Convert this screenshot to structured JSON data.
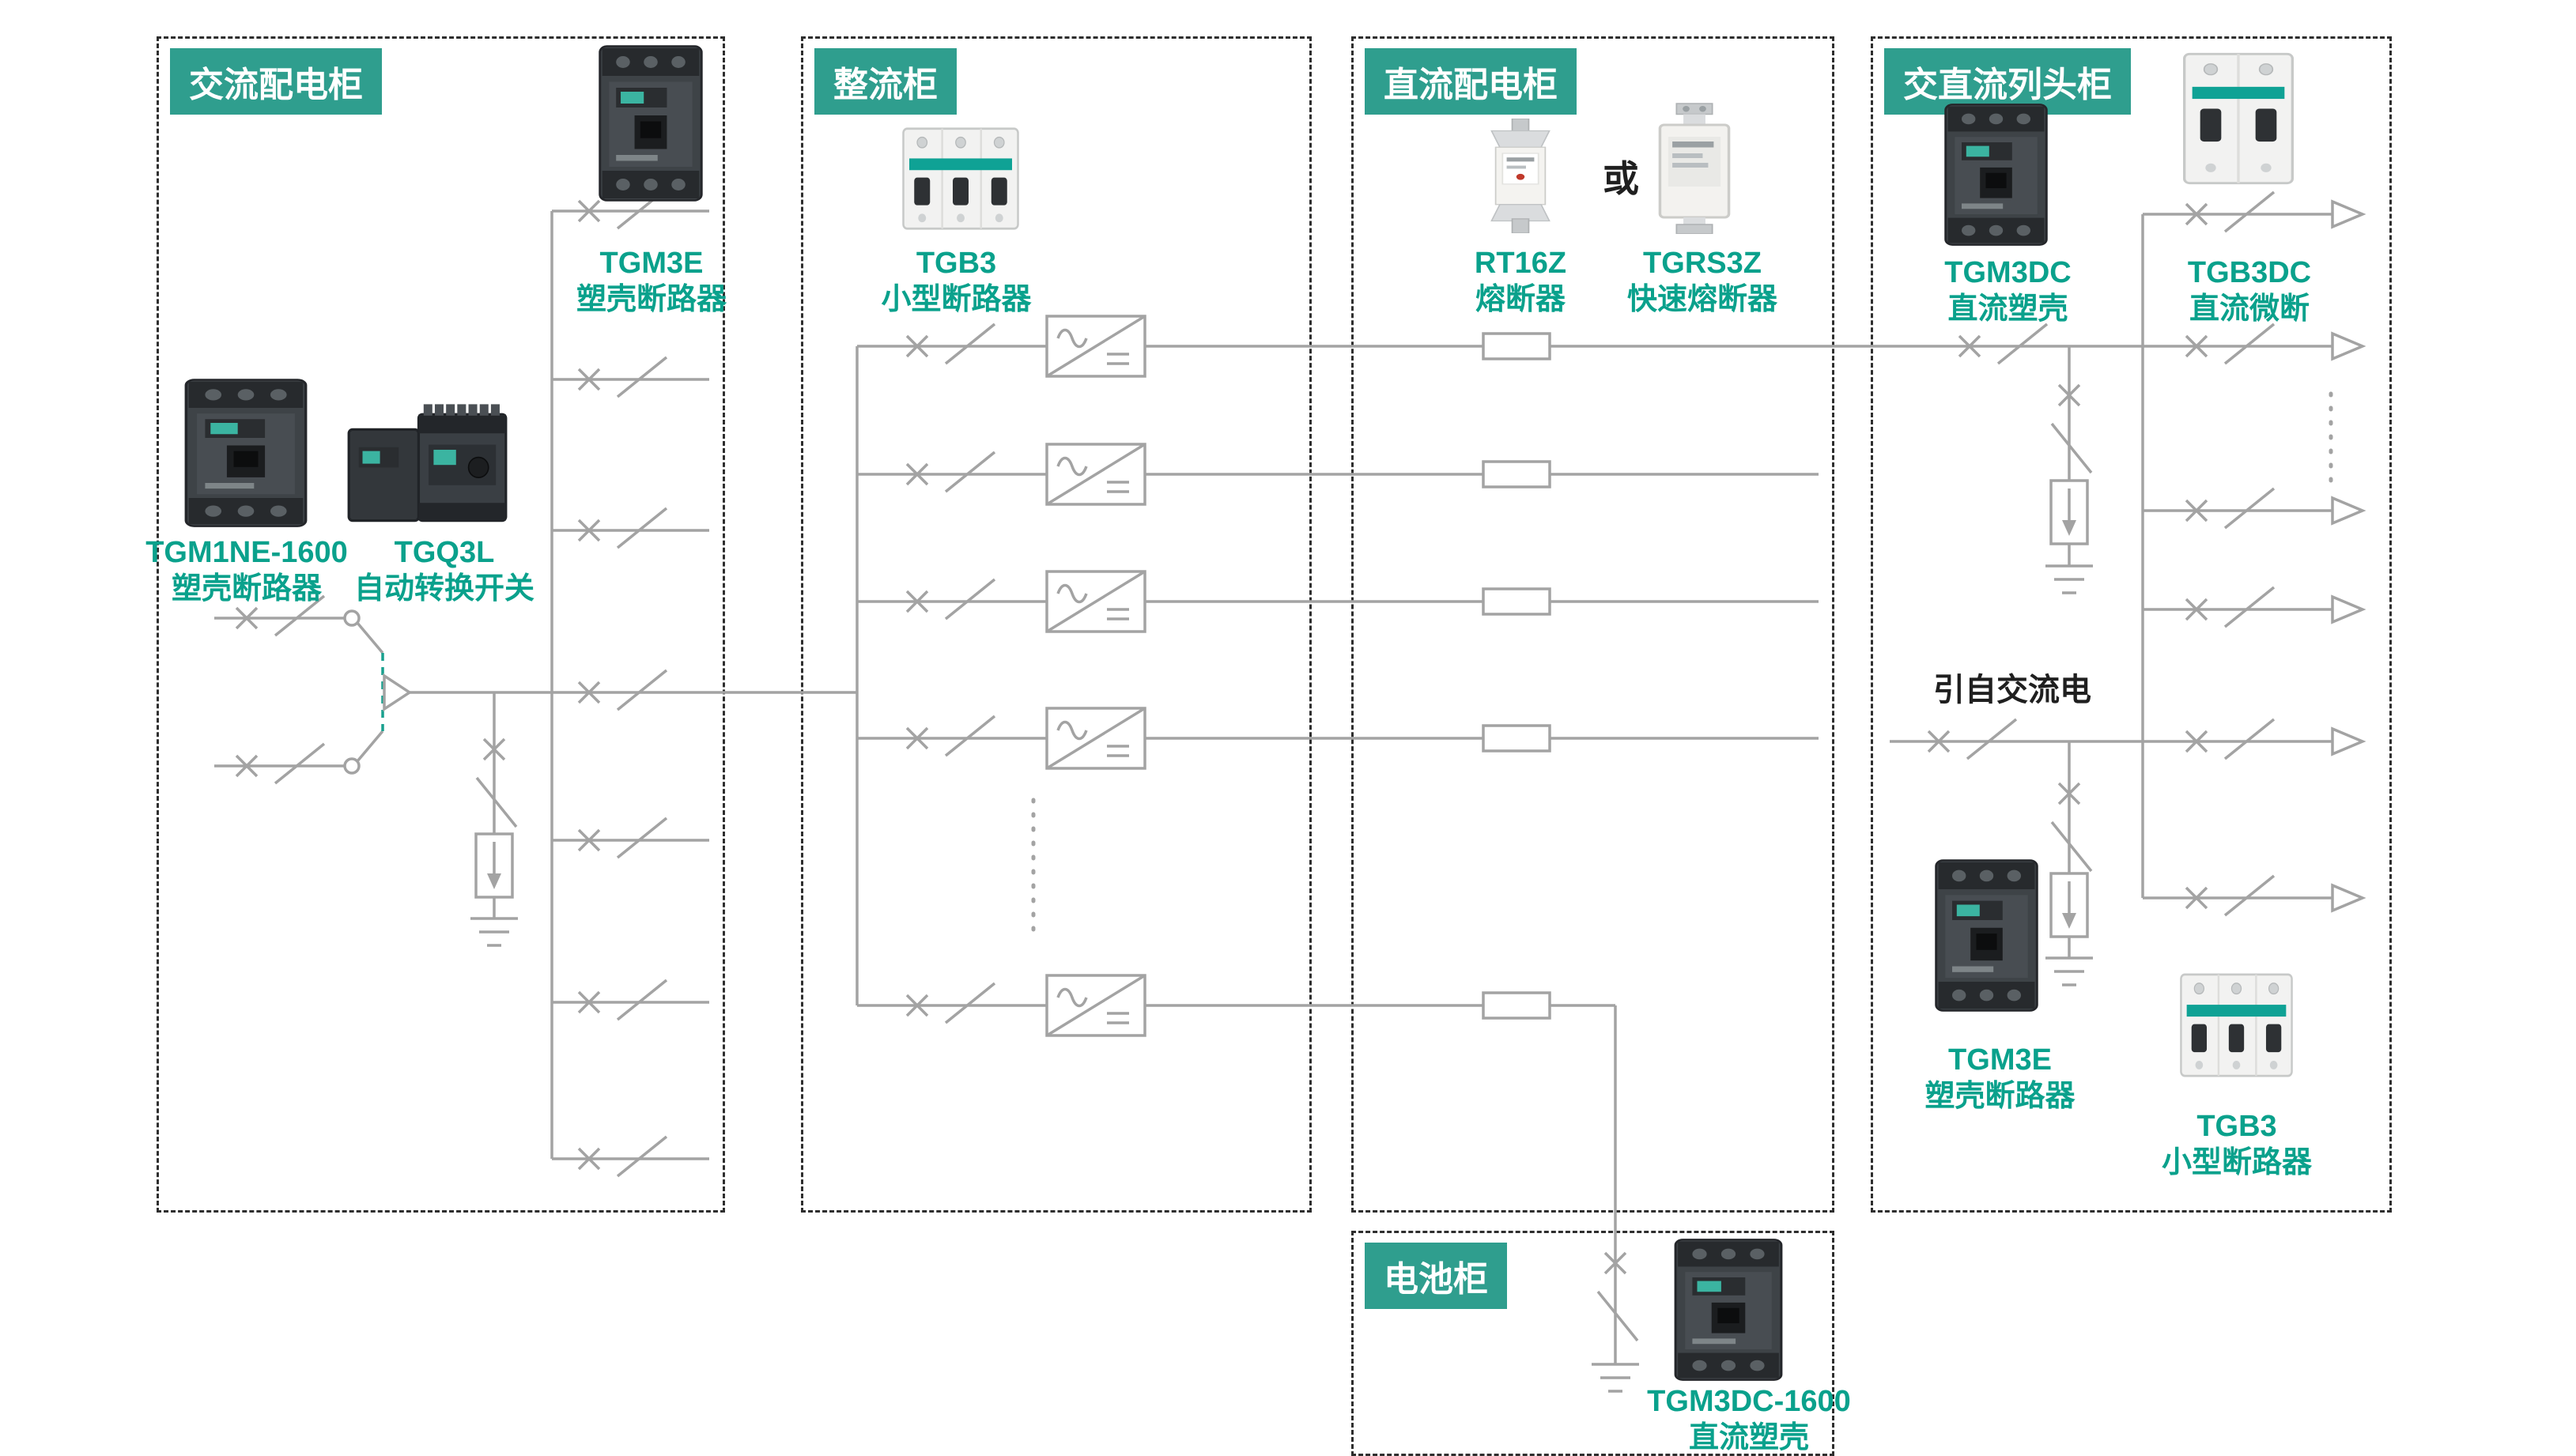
{
  "colors": {
    "accent_teal": "#2f9e8e",
    "label_teal": "#0aa18c",
    "wire_gray": "#a3a3a3"
  },
  "cabinets": {
    "ac": {
      "title": "交流配电柜"
    },
    "rectifier": {
      "title": "整流柜"
    },
    "dc": {
      "title": "直流配电柜"
    },
    "rowhead": {
      "title": "交直流列头柜"
    },
    "battery": {
      "title": "电池柜"
    }
  },
  "components": {
    "tgm3e_ac": {
      "model": "TGM3E",
      "desc": "塑壳断路器"
    },
    "tgm1ne": {
      "model": "TGM1NE-1600",
      "desc": "塑壳断路器"
    },
    "tgq3l": {
      "model": "TGQ3L",
      "desc": "自动转换开关"
    },
    "tgb3_rect": {
      "model": "TGB3",
      "desc": "小型断路器"
    },
    "rt16z": {
      "model": "RT16Z",
      "desc": "熔断器"
    },
    "or_text": "或",
    "tgrs3z": {
      "model": "TGRS3Z",
      "desc": "快速熔断器"
    },
    "tgm3dc": {
      "model": "TGM3DC",
      "desc": "直流塑壳"
    },
    "tgb3dc": {
      "model": "TGB3DC",
      "desc": "直流微断"
    },
    "from_ac_note": "引自交流电",
    "tgm3e_rowhead": {
      "model": "TGM3E",
      "desc": "塑壳断路器"
    },
    "tgb3_rowhead": {
      "model": "TGB3",
      "desc": "小型断路器"
    },
    "tgm3dc_1600": {
      "model": "TGM3DC-1600",
      "desc": "直流塑壳"
    }
  }
}
